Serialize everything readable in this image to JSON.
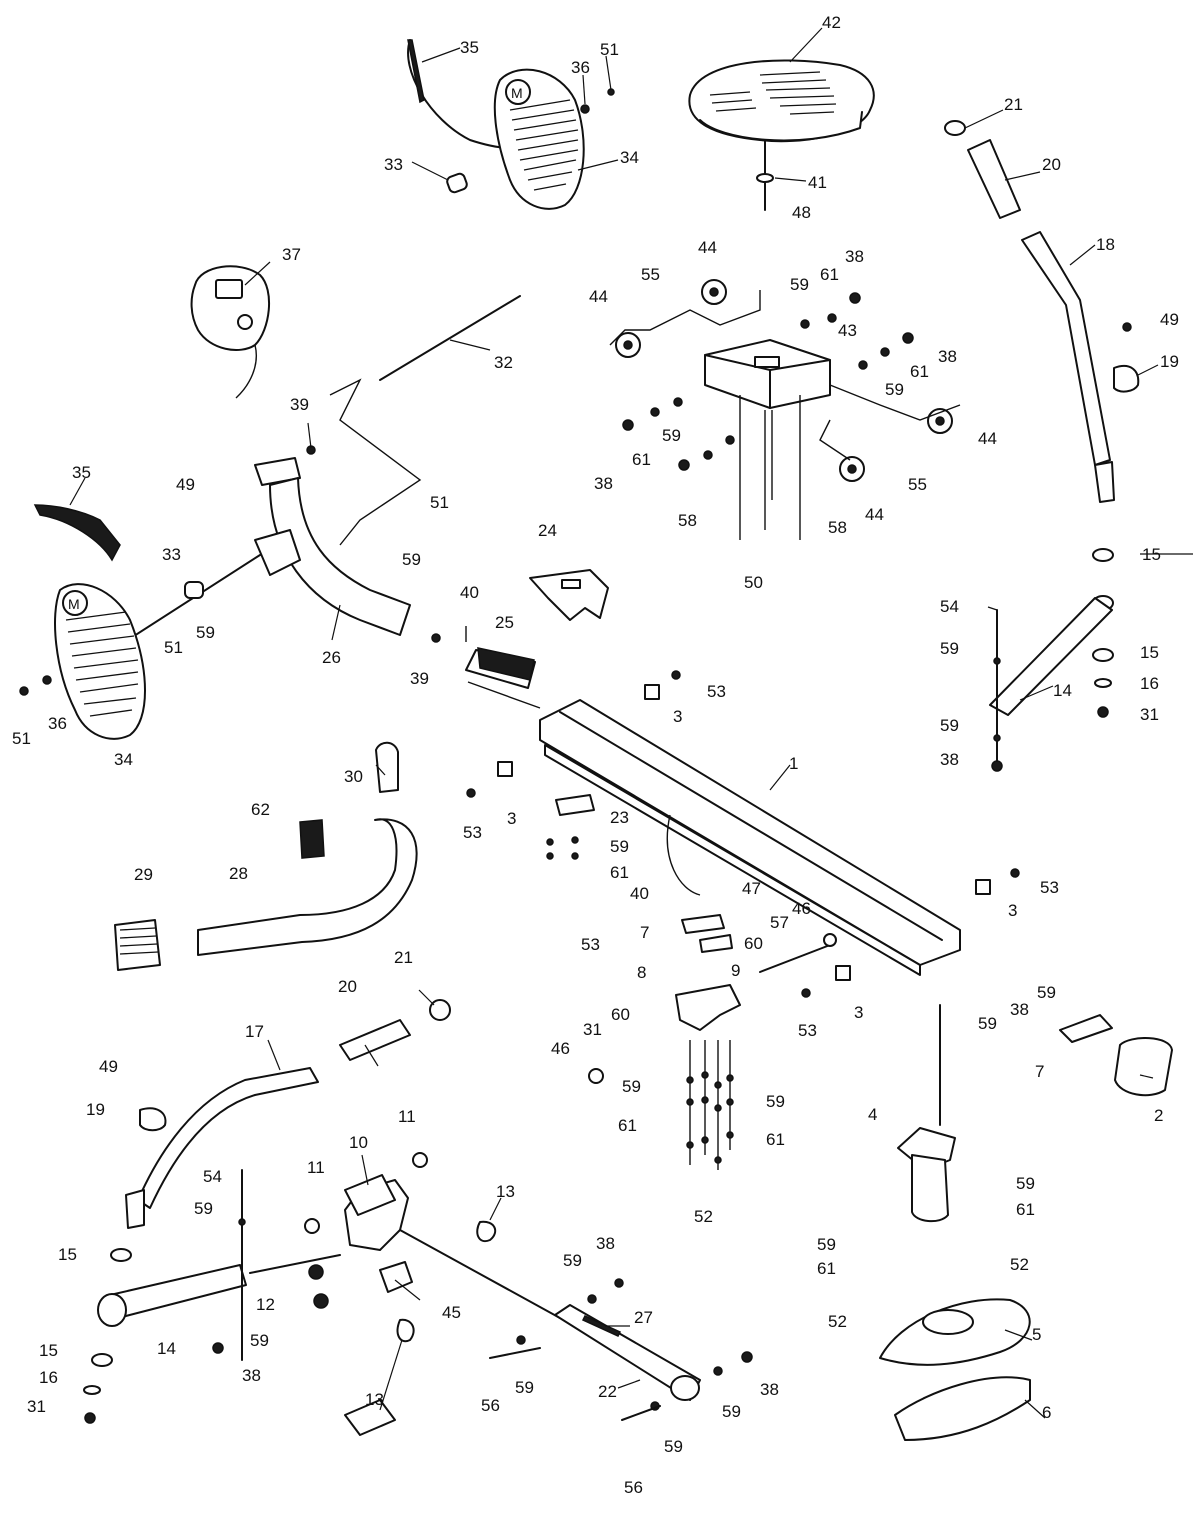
{
  "labels": [
    {
      "id": "p35a",
      "text": "35"
    },
    {
      "id": "p51a",
      "text": "51"
    },
    {
      "id": "p36a",
      "text": "36"
    },
    {
      "id": "p33a",
      "text": "33"
    },
    {
      "id": "p34a",
      "text": "34"
    },
    {
      "id": "p42",
      "text": "42"
    },
    {
      "id": "p41",
      "text": "41"
    },
    {
      "id": "p48",
      "text": "48"
    },
    {
      "id": "p21a",
      "text": "21"
    },
    {
      "id": "p20a",
      "text": "20"
    },
    {
      "id": "p18",
      "text": "18"
    },
    {
      "id": "p49a",
      "text": "49"
    },
    {
      "id": "p19a",
      "text": "19"
    },
    {
      "id": "p37",
      "text": "37"
    },
    {
      "id": "p32",
      "text": "32"
    },
    {
      "id": "p44a",
      "text": "44"
    },
    {
      "id": "p55a",
      "text": "55"
    },
    {
      "id": "p44b",
      "text": "44"
    },
    {
      "id": "p59a",
      "text": "59"
    },
    {
      "id": "p61a",
      "text": "61"
    },
    {
      "id": "p38a",
      "text": "38"
    },
    {
      "id": "p43",
      "text": "43"
    },
    {
      "id": "p38b",
      "text": "38"
    },
    {
      "id": "p61b",
      "text": "61"
    },
    {
      "id": "p59b",
      "text": "59"
    },
    {
      "id": "p59c",
      "text": "59"
    },
    {
      "id": "p61c",
      "text": "61"
    },
    {
      "id": "p38c",
      "text": "38"
    },
    {
      "id": "p44c",
      "text": "44"
    },
    {
      "id": "p55b",
      "text": "55"
    },
    {
      "id": "p44d",
      "text": "44"
    },
    {
      "id": "p58a",
      "text": "58"
    },
    {
      "id": "p58b",
      "text": "58"
    },
    {
      "id": "p50",
      "text": "50"
    },
    {
      "id": "p39a",
      "text": "39"
    },
    {
      "id": "p49b",
      "text": "49"
    },
    {
      "id": "p51b",
      "text": "51"
    },
    {
      "id": "p59d",
      "text": "59"
    },
    {
      "id": "p35b",
      "text": "35"
    },
    {
      "id": "p33b",
      "text": "33"
    },
    {
      "id": "p59e",
      "text": "59"
    },
    {
      "id": "p51c",
      "text": "51"
    },
    {
      "id": "p26",
      "text": "26"
    },
    {
      "id": "p39b",
      "text": "39"
    },
    {
      "id": "p51d",
      "text": "51"
    },
    {
      "id": "p36b",
      "text": "36"
    },
    {
      "id": "p34b",
      "text": "34"
    },
    {
      "id": "p24",
      "text": "24"
    },
    {
      "id": "p40a",
      "text": "40"
    },
    {
      "id": "p25",
      "text": "25"
    },
    {
      "id": "p15a",
      "text": "15"
    },
    {
      "id": "p54a",
      "text": "54"
    },
    {
      "id": "p59f",
      "text": "59"
    },
    {
      "id": "p15b",
      "text": "15"
    },
    {
      "id": "p16a",
      "text": "16"
    },
    {
      "id": "p14a",
      "text": "14"
    },
    {
      "id": "p31a",
      "text": "31"
    },
    {
      "id": "p59g",
      "text": "59"
    },
    {
      "id": "p38d",
      "text": "38"
    },
    {
      "id": "p53a",
      "text": "53"
    },
    {
      "id": "p3a",
      "text": "3"
    },
    {
      "id": "p30",
      "text": "30"
    },
    {
      "id": "p1",
      "text": "1"
    },
    {
      "id": "p3b",
      "text": "3"
    },
    {
      "id": "p53b",
      "text": "53"
    },
    {
      "id": "p62",
      "text": "62"
    },
    {
      "id": "p23",
      "text": "23"
    },
    {
      "id": "p59h",
      "text": "59"
    },
    {
      "id": "p61d",
      "text": "61"
    },
    {
      "id": "p29",
      "text": "29"
    },
    {
      "id": "p28",
      "text": "28"
    },
    {
      "id": "p40b",
      "text": "40"
    },
    {
      "id": "p47",
      "text": "47"
    },
    {
      "id": "p53c",
      "text": "53"
    },
    {
      "id": "p3c",
      "text": "3"
    },
    {
      "id": "p53d",
      "text": "53"
    },
    {
      "id": "p7a",
      "text": "7"
    },
    {
      "id": "p46a",
      "text": "46"
    },
    {
      "id": "p57",
      "text": "57"
    },
    {
      "id": "p60a",
      "text": "60"
    },
    {
      "id": "p9",
      "text": "9"
    },
    {
      "id": "p8",
      "text": "8"
    },
    {
      "id": "p3d",
      "text": "3"
    },
    {
      "id": "p53e",
      "text": "53"
    },
    {
      "id": "p59i",
      "text": "59"
    },
    {
      "id": "p38e",
      "text": "38"
    },
    {
      "id": "p59j",
      "text": "59"
    },
    {
      "id": "p21b",
      "text": "21"
    },
    {
      "id": "p20b",
      "text": "20"
    },
    {
      "id": "p60b",
      "text": "60"
    },
    {
      "id": "p31b",
      "text": "31"
    },
    {
      "id": "p46b",
      "text": "46"
    },
    {
      "id": "p7b",
      "text": "7"
    },
    {
      "id": "p2",
      "text": "2"
    },
    {
      "id": "p17",
      "text": "17"
    },
    {
      "id": "p49c",
      "text": "49"
    },
    {
      "id": "p59k",
      "text": "59"
    },
    {
      "id": "p59l",
      "text": "59"
    },
    {
      "id": "p61e",
      "text": "61"
    },
    {
      "id": "p61f",
      "text": "61"
    },
    {
      "id": "p19b",
      "text": "19"
    },
    {
      "id": "p11a",
      "text": "11"
    },
    {
      "id": "p10",
      "text": "10"
    },
    {
      "id": "p11b",
      "text": "11"
    },
    {
      "id": "p13a",
      "text": "13"
    },
    {
      "id": "p4",
      "text": "4"
    },
    {
      "id": "p59m",
      "text": "59"
    },
    {
      "id": "p61g",
      "text": "61"
    },
    {
      "id": "p52a",
      "text": "52"
    },
    {
      "id": "p54b",
      "text": "54"
    },
    {
      "id": "p59n",
      "text": "59"
    },
    {
      "id": "p15c",
      "text": "15"
    },
    {
      "id": "p12",
      "text": "12"
    },
    {
      "id": "p45",
      "text": "45"
    },
    {
      "id": "p38f",
      "text": "38"
    },
    {
      "id": "p59o",
      "text": "59"
    },
    {
      "id": "p27",
      "text": "27"
    },
    {
      "id": "p52b",
      "text": "52"
    },
    {
      "id": "p59p",
      "text": "59"
    },
    {
      "id": "p61h",
      "text": "61"
    },
    {
      "id": "p52c",
      "text": "52"
    },
    {
      "id": "p14b",
      "text": "14"
    },
    {
      "id": "p59q",
      "text": "59"
    },
    {
      "id": "p38g",
      "text": "38"
    },
    {
      "id": "p13b",
      "text": "13"
    },
    {
      "id": "p5",
      "text": "5"
    },
    {
      "id": "p15d",
      "text": "15"
    },
    {
      "id": "p16b",
      "text": "16"
    },
    {
      "id": "p31c",
      "text": "31"
    },
    {
      "id": "p22",
      "text": "22"
    },
    {
      "id": "p56a",
      "text": "56"
    },
    {
      "id": "p59r",
      "text": "59"
    },
    {
      "id": "p59s",
      "text": "59"
    },
    {
      "id": "p38h",
      "text": "38"
    },
    {
      "id": "p6",
      "text": "6"
    },
    {
      "id": "p56b",
      "text": "56"
    },
    {
      "id": "p59t",
      "text": "59"
    }
  ]
}
